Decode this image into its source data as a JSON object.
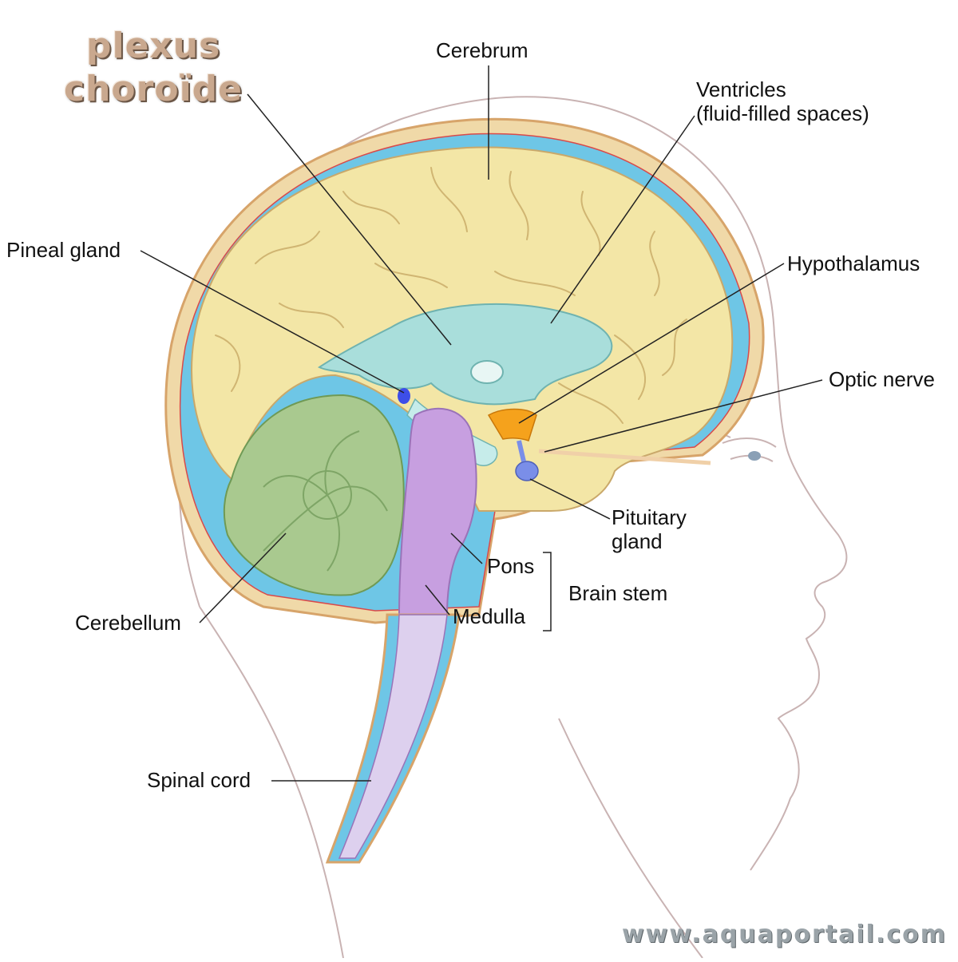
{
  "title": {
    "line1": "plexus",
    "line2": "choroïde"
  },
  "watermark": "www.aquaportail.com",
  "labels": {
    "cerebrum": "Cerebrum",
    "ventricles_line1": "Ventricles",
    "ventricles_line2": "(fluid-filled spaces)",
    "pineal": "Pineal gland",
    "hypothalamus": "Hypothalamus",
    "optic": "Optic nerve",
    "pituitary_line1": "Pituitary",
    "pituitary_line2": "gland",
    "pons": "Pons",
    "brainstem": "Brain stem",
    "medulla": "Medulla",
    "cerebellum": "Cerebellum",
    "spinal": "Spinal cord"
  },
  "colors": {
    "cerebrum": "#f3e6a6",
    "cerebellum": "#a9c98f",
    "ventricles": "#a9dedb",
    "brainstem": "#c79fe0",
    "spinal": "#ddd0ee",
    "csf": "#6ec6e6",
    "skull": "#f0d9a8",
    "hypothalamus": "#f5a21c",
    "pineal": "#3d4ee8",
    "pituitary": "#7a8ee8"
  }
}
